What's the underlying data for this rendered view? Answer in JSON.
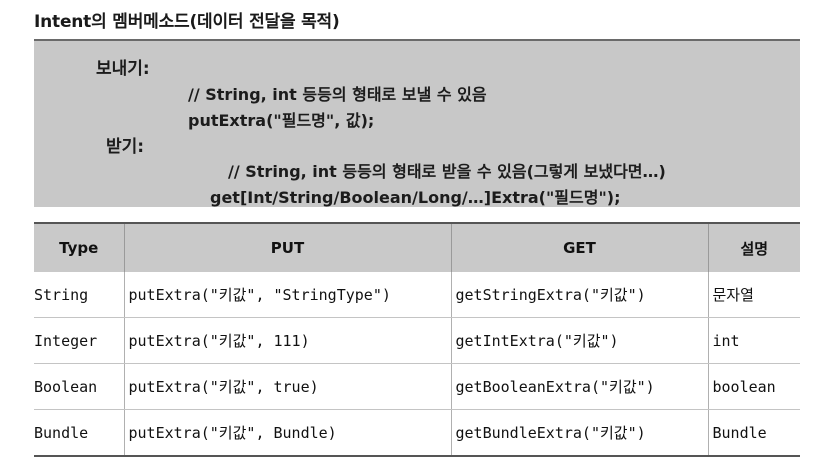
{
  "heading": "Intent의 멤버메소드(데이터 전달을 목적)",
  "code": {
    "send_label": "보내기:",
    "send_comment": "// String, int 등등의 형태로 보낼 수 있음",
    "send_code": "putExtra(\"필드명\", 값);",
    "receive_label": "받기:",
    "receive_comment": "// String, int 등등의 형태로 받을 수 있음(그렇게 보냈다면…)",
    "receive_code": "get[Int/String/Boolean/Long/…]Extra(\"필드명\");"
  },
  "table": {
    "headers": [
      "Type",
      "PUT",
      "GET",
      "설명"
    ],
    "rows": [
      [
        "String",
        "putExtra(\"키값\", \"StringType\")",
        "getStringExtra(\"키값\")",
        "문자열"
      ],
      [
        "Integer",
        "putExtra(\"키값\", 111)",
        "getIntExtra(\"키값\")",
        "int"
      ],
      [
        "Boolean",
        "putExtra(\"키값\", true)",
        "getBooleanExtra(\"키값\")",
        "boolean"
      ],
      [
        "Bundle",
        "putExtra(\"키값\", Bundle)",
        "getBundleExtra(\"키값\")",
        "Bundle"
      ]
    ]
  }
}
